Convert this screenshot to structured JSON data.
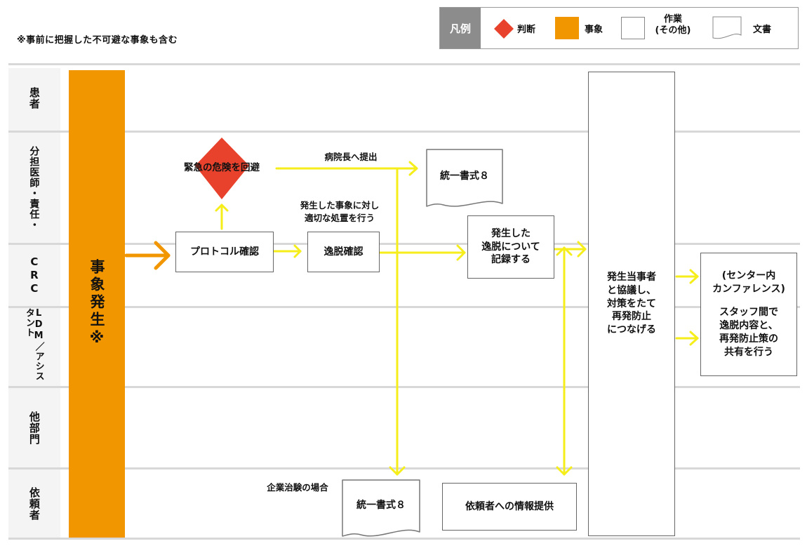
{
  "note": "※事前に把握した不可避な事象も含む",
  "legend": {
    "title": "凡例",
    "decision": "判断",
    "event": "事象",
    "task_line1": "作業",
    "task_line2": "(その他)",
    "document": "文書"
  },
  "lanes": [
    "患者",
    "分担医師・責任・",
    "CRC",
    "LDM／アシスタント",
    "他部門",
    "依頼者"
  ],
  "event_bar": "事象発生※",
  "nodes": {
    "decision": "緊急の危険を回避",
    "protocol": "プロトコル確認",
    "deviation_check": "逸脱確認",
    "record_l1": "発生した",
    "record_l2": "逸脱について",
    "record_l3": "記録する",
    "doc_top": "統一書式８",
    "doc_bottom": "統一書式８",
    "sponsor_info": "依頼者への情報提供",
    "big_box_l1": "発生当事者",
    "big_box_l2": "と協議し、",
    "big_box_l3": "対策をたて",
    "big_box_l4": "再発防止",
    "big_box_l5": "につなげる",
    "conf_l1": "(センター内",
    "conf_l2": "カンファレンス)",
    "conf_l3": "スタッフ間で",
    "conf_l4": "逸脱内容と、",
    "conf_l5": "再発防止策の",
    "conf_l6": "共有を行う"
  },
  "labels": {
    "to_director": "病院長へ提出",
    "action_l1": "発生した事象に対し",
    "action_l2": "適切な処置を行う",
    "sponsor_case": "企業治験の場合"
  },
  "colors": {
    "arrow_yellow": "#f5ee1a",
    "arrow_orange": "#f29600",
    "event_orange": "#f29600",
    "decision_red": "#e8412c",
    "legend_gray": "#8c8c8c"
  }
}
